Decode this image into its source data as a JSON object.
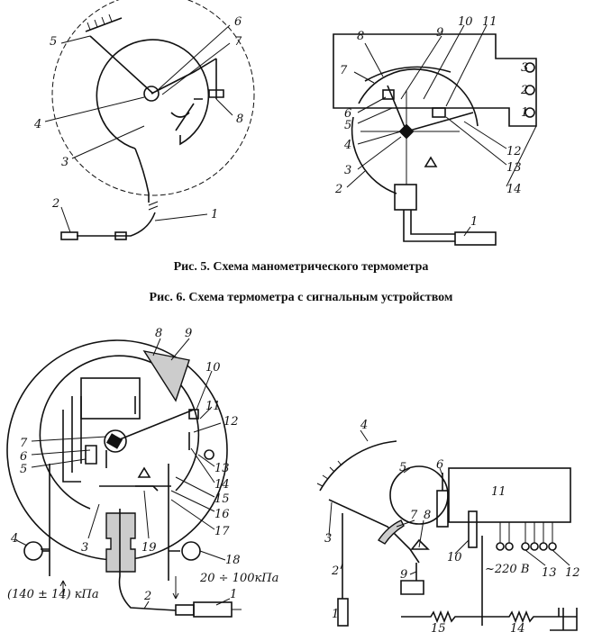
{
  "captions": {
    "fig5": "Рис. 5. Схема манометрического термометра",
    "fig6": "Рис. 6. Схема термометра с сигнальным устройством"
  },
  "fig_a": {
    "labels": [
      "5",
      "6",
      "7",
      "4",
      "8",
      "3",
      "2",
      "1"
    ]
  },
  "fig_b": {
    "labels": [
      "8",
      "9",
      "10",
      "11",
      "7",
      "6",
      "5",
      "4",
      "3",
      "12",
      "13",
      "14",
      "2",
      "1"
    ],
    "terminals": [
      "3",
      "2",
      "1"
    ]
  },
  "fig_c": {
    "labels": [
      "8",
      "9",
      "10",
      "11",
      "12",
      "7",
      "6",
      "5",
      "13",
      "14",
      "15",
      "16",
      "17",
      "3",
      "19",
      "4",
      "18",
      "2",
      "1"
    ],
    "pressure_in": "(140 ± 14) кПа",
    "pressure_range": "20 ÷ 100кПа"
  },
  "fig_d": {
    "labels": [
      "4",
      "5",
      "6",
      "11",
      "7",
      "8",
      "3",
      "2",
      "9",
      "10",
      "13",
      "12",
      "1",
      "15",
      "14"
    ],
    "voltage": "~220 В"
  }
}
